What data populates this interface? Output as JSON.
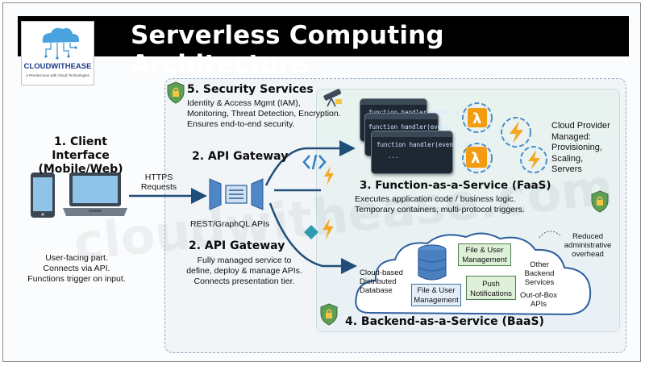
{
  "title": "Serverless Computing Architecture",
  "logo": {
    "name": "CLOUDWITHEASE",
    "tagline": "A Rendezvous with Cloud Technologies"
  },
  "watermark": "cloudwithease.com",
  "client": {
    "heading_line1": "1. Client Interface",
    "heading_line2": "(Mobile/Web)",
    "desc": [
      "User-facing part.",
      "Connects via API.",
      "Functions trigger on input."
    ]
  },
  "https": {
    "line1": "HTTPS",
    "line2": "Requests"
  },
  "api_gateway": {
    "top_heading": "2. API Gateway",
    "label": "REST/GraphQL APIs",
    "heading": "2. API Gateway",
    "desc": [
      "Fully managed service to",
      "define, deploy & manage APIs.",
      "Connects presentation tier."
    ]
  },
  "security": {
    "heading": "5. Security Services",
    "desc": [
      "Identity & Access Mgmt (IAM),",
      "Monitoring, Threat Detection, Encryption.",
      "Ensures end-to-end security."
    ]
  },
  "faas": {
    "code_lines": [
      "function handler(event) {",
      "function handler(event) {",
      "function handler(event) {",
      "..."
    ],
    "heading": "3. Function-as-a-Service (FaaS)",
    "desc": [
      "Executes application code / business logic.",
      "Temporary containers, multi-protocol triggers."
    ]
  },
  "cloud_provider": {
    "lines": [
      "Cloud Provider",
      "Managed:",
      "Provisioning,",
      "Scaling,",
      "Servers"
    ]
  },
  "baas": {
    "heading": "4. Backend-as-a-Service (BaaS)",
    "reduced": [
      "Reduced",
      "administrative",
      "overhead"
    ],
    "db_label": [
      "Cloud-based",
      "Distributed",
      "Database"
    ],
    "file_user_top": [
      "File & User",
      "Management"
    ],
    "file_user_bottom": [
      "File & User",
      "Management"
    ],
    "push": [
      "Push",
      "Notifications"
    ],
    "other": [
      "Other",
      "Backend",
      "Services"
    ],
    "oob": [
      "Out-of-Box",
      "APIs"
    ]
  },
  "colors": {
    "title_bg": "#000000",
    "accent_orange": "#f5a623",
    "arrow_blue": "#1f4e79",
    "lambda_orange": "#f39c12"
  }
}
